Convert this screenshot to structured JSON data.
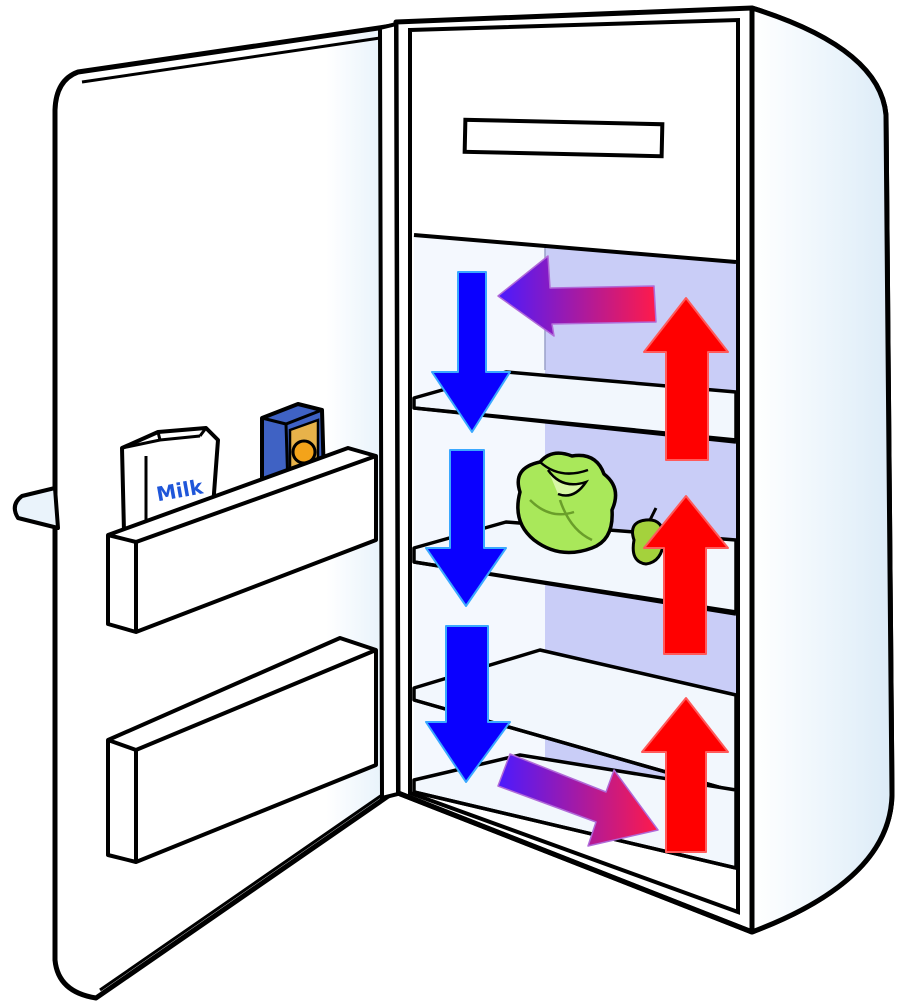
{
  "diagram": {
    "milk_carton_label": "Milk",
    "colors": {
      "outline": "#000000",
      "fridge_body": "#ffffff",
      "fridge_tint": "#e6f2fb",
      "back_wall": "#c9cdf7",
      "inner_wall": "#f4f8fe",
      "cold_air_arrow": "#0a00ff",
      "cold_air_arrow_edge": "#3aa8ff",
      "warm_air_arrow": "#ff0000",
      "transition_arrow_start": "#4b1aff",
      "transition_arrow_end": "#ff1a4a",
      "milk_text": "#1f56d9",
      "juice_box": "#3f62c4",
      "juice_circle": "#f3a31a",
      "cabbage": "#a9e85a",
      "apple": "#a4d23c"
    },
    "icons": [
      "milk-carton-icon",
      "juice-box-icon",
      "cabbage-icon",
      "apple-icon"
    ],
    "arrows": {
      "down_arrow_count": 3,
      "up_arrow_count": 3,
      "horizontal_arrow_count": 2
    }
  }
}
